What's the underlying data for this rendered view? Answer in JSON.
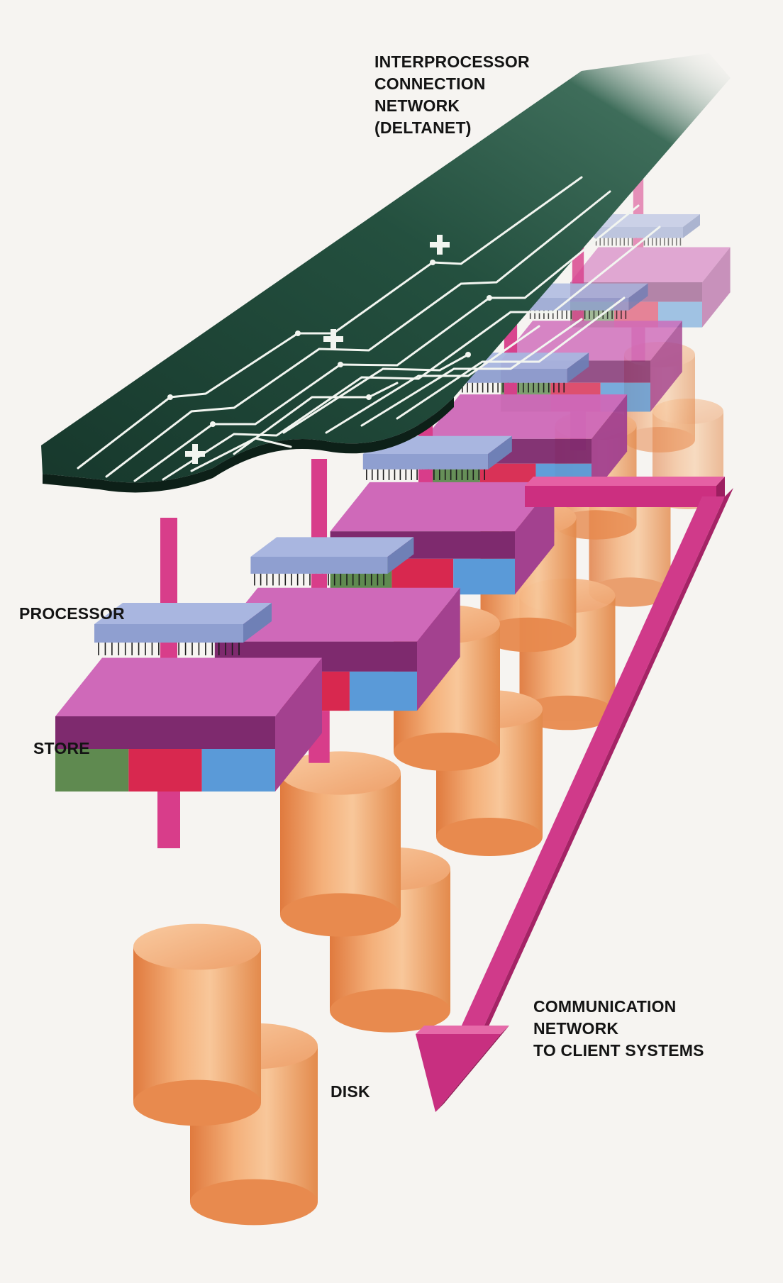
{
  "labels": {
    "network": [
      "INTERPROCESSOR",
      "CONNECTION",
      "NETWORK",
      "(DELTANET)"
    ],
    "processor": "PROCESSOR",
    "store": "STORE",
    "communication": [
      "COMMUNICATION",
      "NETWORK",
      "TO CLIENT SYSTEMS"
    ],
    "disk": "DISK"
  },
  "colors": {
    "background": "#f6f4f1",
    "deltanet_board": "#1f4a3a",
    "circuit_traces": "#f2f5f0",
    "processor_chip": "#8f9fd0",
    "store_top": "#cf69b9",
    "store_side": "#7e2a6e",
    "connector_pink": "#d83d8a",
    "disk_orange": "#f0a86a",
    "store_block_green": "#5f8a50",
    "store_block_red": "#d8284f",
    "store_block_blue": "#5a9ad8",
    "store_block_yellow": "#f0c070"
  },
  "diagram": {
    "components": [
      "interprocessor-connection-network",
      "processor",
      "store",
      "disk",
      "communication-network"
    ],
    "node_count": 6
  }
}
